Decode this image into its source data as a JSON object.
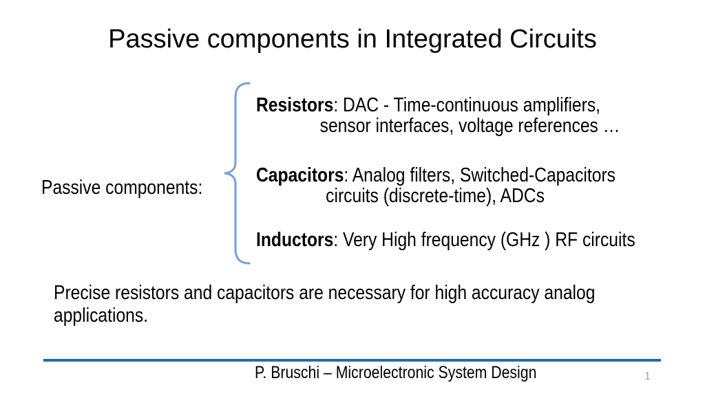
{
  "slide": {
    "title": "Passive components in Integrated Circuits",
    "group_label": "Passive components:",
    "items": [
      {
        "label": "Resistors",
        "rest": ": DAC - Time-continuous amplifiers,",
        "line2": "sensor interfaces, voltage references …"
      },
      {
        "label": "Capacitors",
        "rest": ": Analog filters, Switched-Capacitors",
        "line2": "circuits (discrete-time), ADCs"
      },
      {
        "label": "Inductors",
        "rest": ": Very High frequency (GHz ) RF circuits",
        "line2": ""
      }
    ],
    "note_line1": "Precise resistors and capacitors are necessary for high accuracy analog",
    "note_line2": "applications.",
    "footer": "P. Bruschi – Microelectronic System Design",
    "page_number": "1",
    "colors": {
      "background": "#FFFFFF",
      "text": "#000000",
      "brace": "#7AA4D6",
      "footer_rule": "#1F6FAE",
      "page_number_gray": "#9CA1A7"
    }
  }
}
